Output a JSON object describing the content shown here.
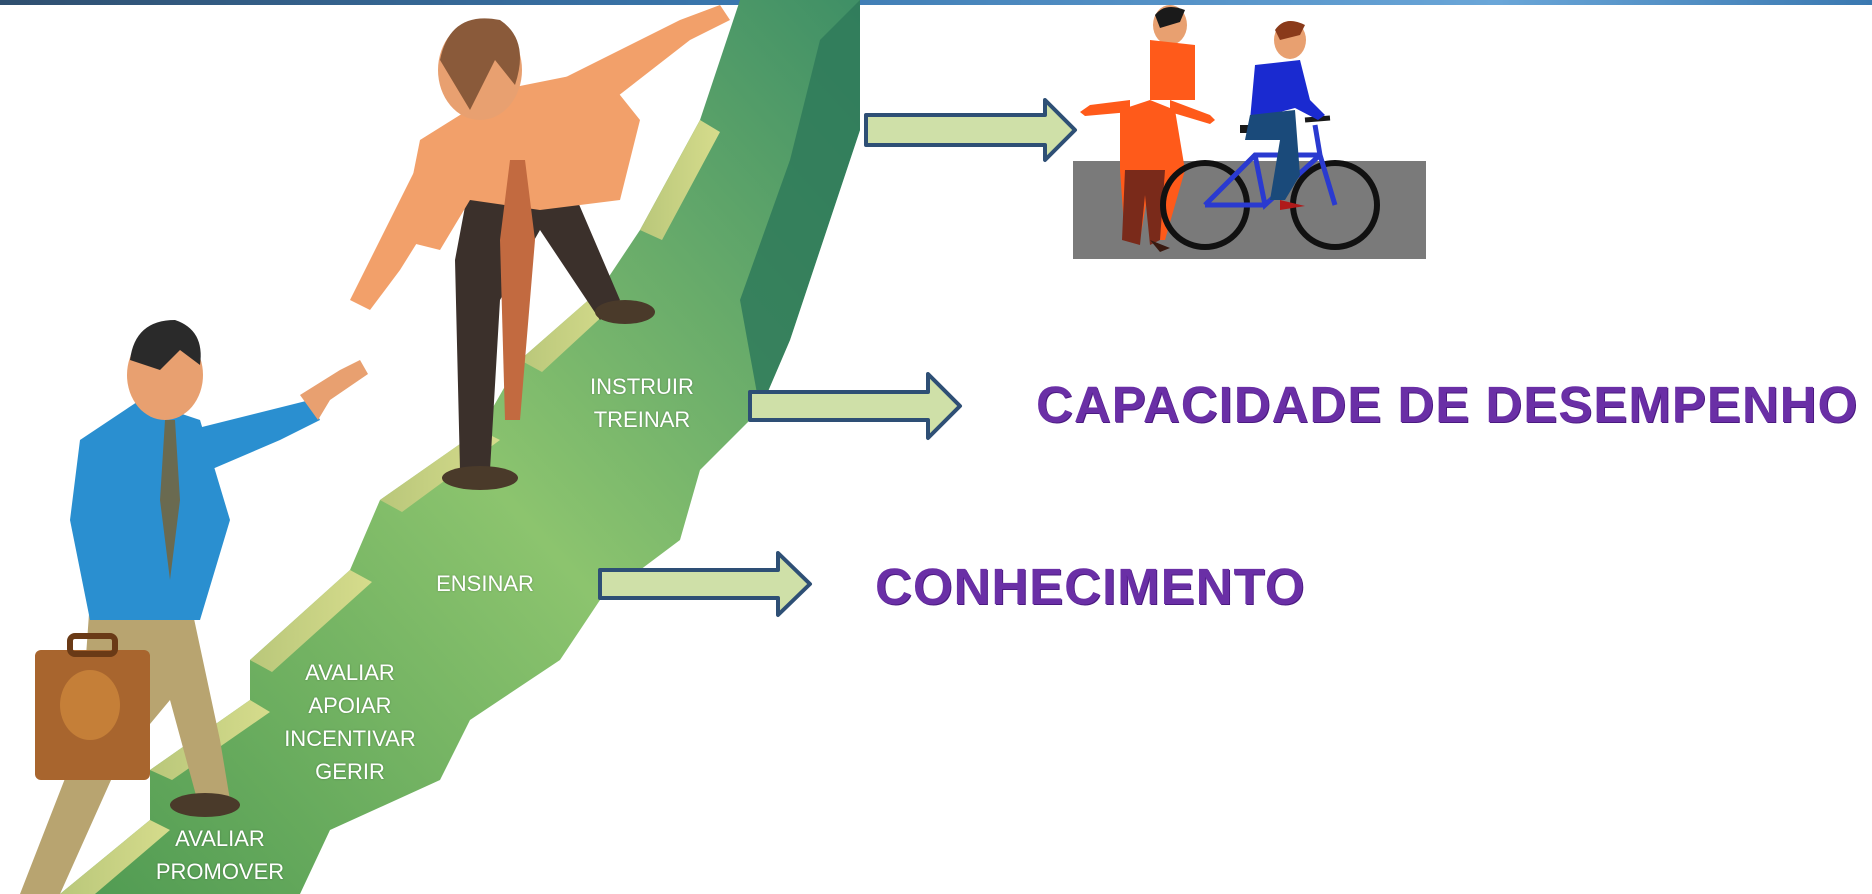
{
  "steps": {
    "avaliar_promover": [
      "AVALIAR",
      "PROMOVER"
    ],
    "avaliar_apoiar": [
      "AVALIAR",
      "APOIAR",
      "INCENTIVAR",
      "GERIR"
    ],
    "ensinar": [
      "ENSINAR"
    ],
    "instruir_treinar": [
      "INSTRUIR",
      "TREINAR"
    ]
  },
  "outcomes": {
    "capacidade": "CAPACIDADE DE DESEMPENHO",
    "conhecimento": "CONHECIMENTO"
  },
  "colors": {
    "heading": "#6a2fa6",
    "arrow_fill": "#cfe0a8",
    "arrow_stroke": "#2e4f75",
    "stair_green": "#6ab06a",
    "stair_dark": "#2f7a5a"
  },
  "illustration": {
    "climbers": "two-businessmen-helping-hand-icon",
    "bicycle": "teaching-bicycle-icon"
  }
}
